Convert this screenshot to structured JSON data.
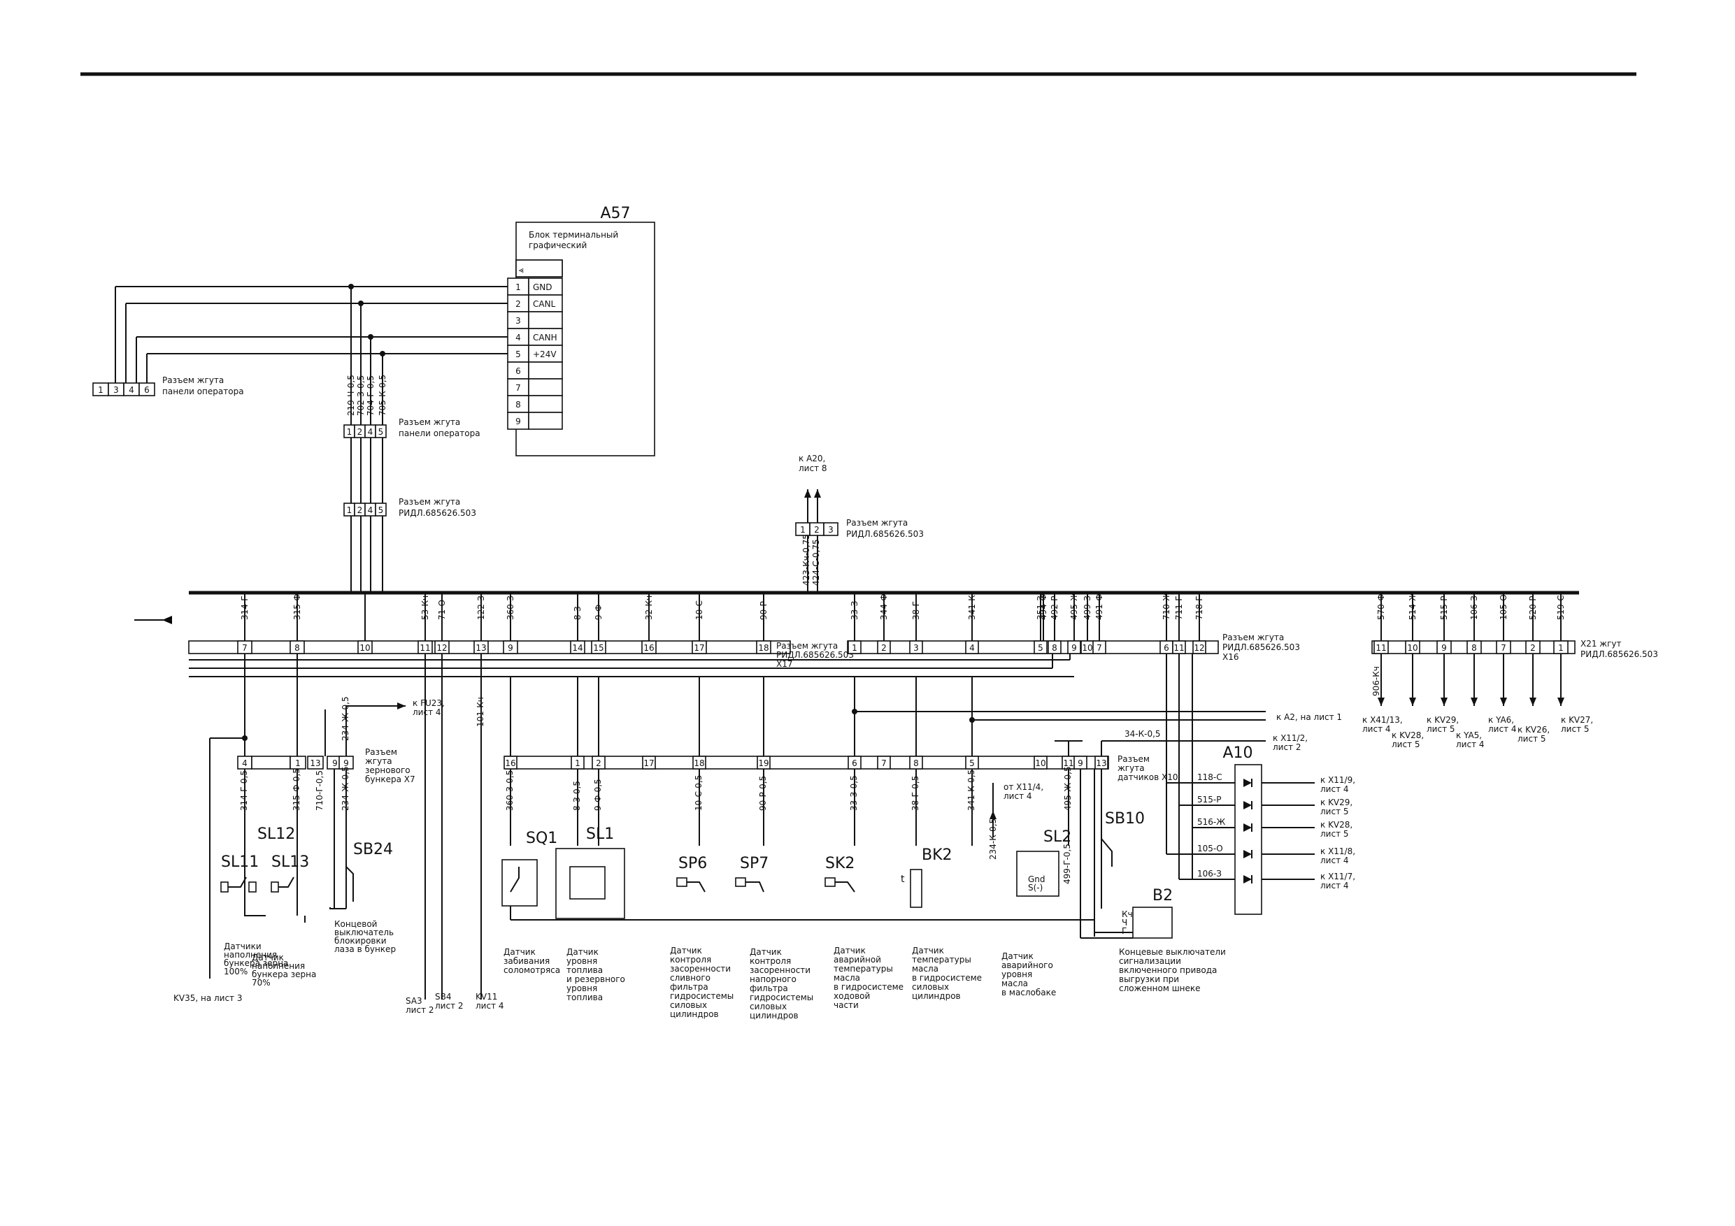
{
  "a57": {
    "ref": "A57",
    "title": [
      "Блок терминальный",
      "графический"
    ],
    "pins": [
      "1",
      "2",
      "3",
      "4",
      "5",
      "6",
      "7",
      "8",
      "9"
    ],
    "signals": [
      "GND",
      "CANL",
      "",
      "CANH",
      "+24V",
      "",
      "",
      "",
      ""
    ]
  },
  "conn_op": {
    "pins": [
      "1",
      "3",
      "4",
      "6"
    ],
    "label": [
      "Разъем жгута",
      "панели оператора"
    ]
  },
  "conn_op2": {
    "pins": [
      "1",
      "2",
      "4",
      "5"
    ],
    "label": [
      "Разъем жгута",
      "панели оператора"
    ]
  },
  "conn_ridl_top": {
    "pins": [
      "1",
      "2",
      "4",
      "5"
    ],
    "label": [
      "Разъем жгута",
      "РИДЛ.685626.503"
    ]
  },
  "wires_top": [
    "219-Ч-0,5",
    "702-З-0,5",
    "704-Г-0,5",
    "705-К-0,5"
  ],
  "a20": {
    "note": [
      "к А20,",
      "лист 8"
    ],
    "pins": [
      "1",
      "2",
      "3"
    ],
    "label": [
      "Разъем жгута",
      "РИДЛ.685626.503"
    ],
    "wires": [
      "423-Кч-0,75",
      "424-С-0,75"
    ]
  },
  "bus_wires": [
    {
      "label": "314-Г",
      "pin": "7"
    },
    {
      "label": "315-Ф",
      "pin": "8"
    },
    {
      "label": "",
      "pin": "10"
    },
    {
      "label": "53-Кч",
      "pin": "11"
    },
    {
      "label": "71-О",
      "pin": "12"
    },
    {
      "label": "122-З",
      "pin": "13"
    },
    {
      "label": "360-З",
      "pin": "9"
    },
    {
      "label": "8-З",
      "pin": "14"
    },
    {
      "label": "9-Ф",
      "pin": "15"
    },
    {
      "label": "32-Кч",
      "pin": "16"
    },
    {
      "label": "10-С",
      "pin": "17"
    },
    {
      "label": "90-Р",
      "pin": "18"
    },
    {
      "label": "33-З",
      "pin": "1"
    },
    {
      "label": "344-Ф",
      "pin": "2"
    },
    {
      "label": "38-Г",
      "pin": "3"
    },
    {
      "label": "341-К",
      "pin": "4"
    },
    {
      "label": "351-З",
      "pin": "5"
    },
    {
      "label": "494-Ф",
      "pin": "8"
    },
    {
      "label": "492-Р",
      "pin": "9"
    },
    {
      "label": "495-Ж",
      "pin": "10"
    },
    {
      "label": "499-З",
      "pin": "7"
    },
    {
      "label": "491-Ф",
      "pin": "6"
    },
    {
      "label": "710-Ж",
      "pin": "11"
    },
    {
      "label": "711-Г",
      "pin": "12"
    },
    {
      "label": "718-Г",
      "pin": "13"
    }
  ],
  "x17_label": [
    "Разъем жгута",
    "РИДЛ.685626.503",
    "X17"
  ],
  "x16_label": [
    "Разъем жгута",
    "РИДЛ.685626.503",
    "X16"
  ],
  "x21": {
    "label": [
      "X21 жгут",
      "РИДЛ.685626.503"
    ],
    "wires": [
      {
        "label": "570-Ф",
        "pin": "11"
      },
      {
        "label": "514-Ж",
        "pin": "10"
      },
      {
        "label": "515-Р",
        "pin": "9"
      },
      {
        "label": "106-З",
        "pin": "8"
      },
      {
        "label": "105-О",
        "pin": "7"
      },
      {
        "label": "520-Р",
        "pin": "2"
      },
      {
        "label": "519-С",
        "pin": "1"
      }
    ],
    "extra_wire": "906-Кч",
    "targets": [
      [
        "к X41/13,",
        "лист 4"
      ],
      [
        "к KV28,",
        "лист 5"
      ],
      [
        "к KV29,",
        "лист 5"
      ],
      [
        "к YA5,",
        "лист 4"
      ],
      [
        "к YA6,",
        "лист 4"
      ],
      [
        "к KV26,",
        "лист 5"
      ],
      [
        "к KV27,",
        "лист 5"
      ]
    ]
  },
  "x7": {
    "pins": [
      "4",
      "1",
      "13",
      "9"
    ],
    "label": [
      "Разъем",
      "жгута",
      "зернового",
      "бункера X7"
    ],
    "wires": [
      "314-Г-0,5",
      "315-Ф-0,5",
      "710-Г-0,5",
      "234-Ж-0,5"
    ],
    "fu23": [
      "к FU23,",
      "лист 4"
    ]
  },
  "x10": {
    "pins": [
      "16",
      "1",
      "2",
      "17",
      "18",
      "19",
      "6",
      "7",
      "8",
      "5",
      "10",
      "11",
      "9",
      "13"
    ],
    "label": [
      "Разъем",
      "жгута",
      "датчиков X10"
    ],
    "wires": [
      "360-З-0,5",
      "8-З-0,5",
      "9-Ф-0,5",
      "10-С-0,5",
      "90-Р-0,5",
      "33-З-0,5",
      "38-Г-0,5",
      "341-К-0,5",
      "495-Ж-0,5",
      "234-К-0,5",
      "499-Г-0,5",
      "34-К-0,5"
    ],
    "from_x11": [
      "от X11/4,",
      "лист 4"
    ],
    "to_a2": [
      "к А2, на лист 1"
    ],
    "to_x11_2": [
      "к X11/2,",
      "лист 2"
    ]
  },
  "a10": {
    "ref": "A10",
    "wires": [
      "118-С",
      "515-Р",
      "516-Ж",
      "105-О",
      "106-З"
    ],
    "targets": [
      [
        "к X11/9,",
        "лист 4"
      ],
      [
        "к KV29,",
        "лист 5"
      ],
      [
        "к KV28,",
        "лист 5"
      ],
      [
        "к X11/8,",
        "лист 4"
      ],
      [
        "к X11/7,",
        "лист 4"
      ]
    ]
  },
  "components": {
    "SL11": "SL11",
    "SL12": "SL12",
    "SL13": "SL13",
    "SB24": "SB24",
    "SQ1": "SQ1",
    "SL1": "SL1",
    "SP6": "SP6",
    "SP7": "SP7",
    "SK2": "SK2",
    "BK2": "BK2",
    "SL2": "SL2",
    "SB10": "SB10",
    "B2": "B2"
  },
  "sl2_inner": [
    "Gnd",
    "S(-)"
  ],
  "b2_inner": [
    "Кч",
    "Ч",
    "Г"
  ],
  "descriptions": {
    "sl11": [
      "Датчики",
      "наполнения",
      "бункера зерна",
      "100%"
    ],
    "sl13": [
      "Датчик",
      "наполнения",
      "бункера зерна",
      "70%"
    ],
    "sb24": [
      "Концевой",
      "выключатель",
      "блокировки",
      "лаза в бункер"
    ],
    "sq1": [
      "Датчик",
      "забивания",
      "соломотряса"
    ],
    "sl1": [
      "Датчик",
      "уровня",
      "топлива",
      "и резервного",
      "уровня",
      "топлива"
    ],
    "sp6": [
      "Датчик",
      "контроля",
      "засоренности",
      "сливного",
      "фильтра",
      "гидросистемы",
      "силовых",
      "цилиндров"
    ],
    "sp7": [
      "Датчик",
      "контроля",
      "засоренности",
      "напорного",
      "фильтра",
      "гидросистемы",
      "силовых",
      "цилиндров"
    ],
    "sk2": [
      "Датчик",
      "аварийной",
      "температуры",
      "масла",
      "в гидросистеме",
      "ходовой",
      "части"
    ],
    "bk2": [
      "Датчик",
      "температуры",
      "масла",
      "в гидросистеме",
      "силовых",
      "цилиндров"
    ],
    "sl2": [
      "Датчик",
      "аварийного",
      "уровня",
      "масла",
      "в маслобаке"
    ],
    "sb10": [
      "Концевые выключатели",
      "сигнализации",
      "включенного привода",
      "выгрузки при",
      "сложенном шнеке"
    ]
  },
  "bottom_refs": {
    "kv35": "KV35, на лист 3",
    "sa3": [
      "SA3",
      "лист 2"
    ],
    "sb4": [
      "SB4",
      "лист 2"
    ],
    "kv11": [
      "KV11",
      "лист 4"
    ],
    "wire_101": "101-Кч"
  }
}
